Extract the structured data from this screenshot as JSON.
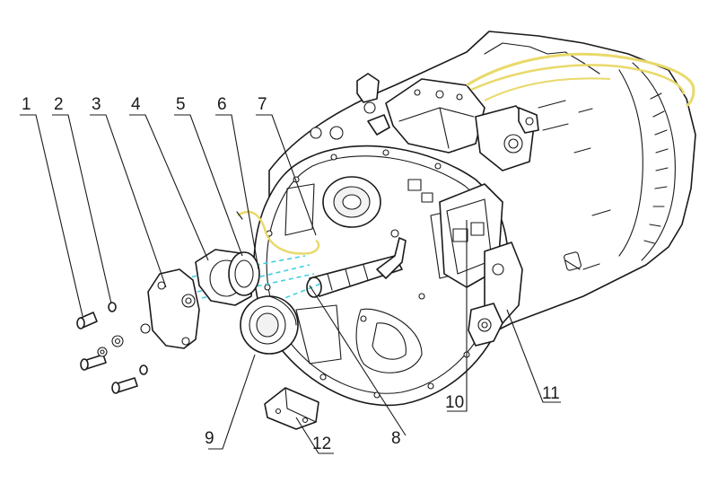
{
  "diagram": {
    "callouts": [
      {
        "id": "1",
        "label": "1"
      },
      {
        "id": "2",
        "label": "2"
      },
      {
        "id": "3",
        "label": "3"
      },
      {
        "id": "4",
        "label": "4"
      },
      {
        "id": "5",
        "label": "5"
      },
      {
        "id": "6",
        "label": "6"
      },
      {
        "id": "7",
        "label": "7"
      },
      {
        "id": "8",
        "label": "8"
      },
      {
        "id": "9",
        "label": "9"
      },
      {
        "id": "10",
        "label": "10"
      },
      {
        "id": "11",
        "label": "11"
      },
      {
        "id": "12",
        "label": "12"
      }
    ],
    "colors": {
      "line": "#1a1a1a",
      "background": "#ffffff",
      "hose": "#e9d96a",
      "alignment": "#3fd0e0"
    }
  }
}
